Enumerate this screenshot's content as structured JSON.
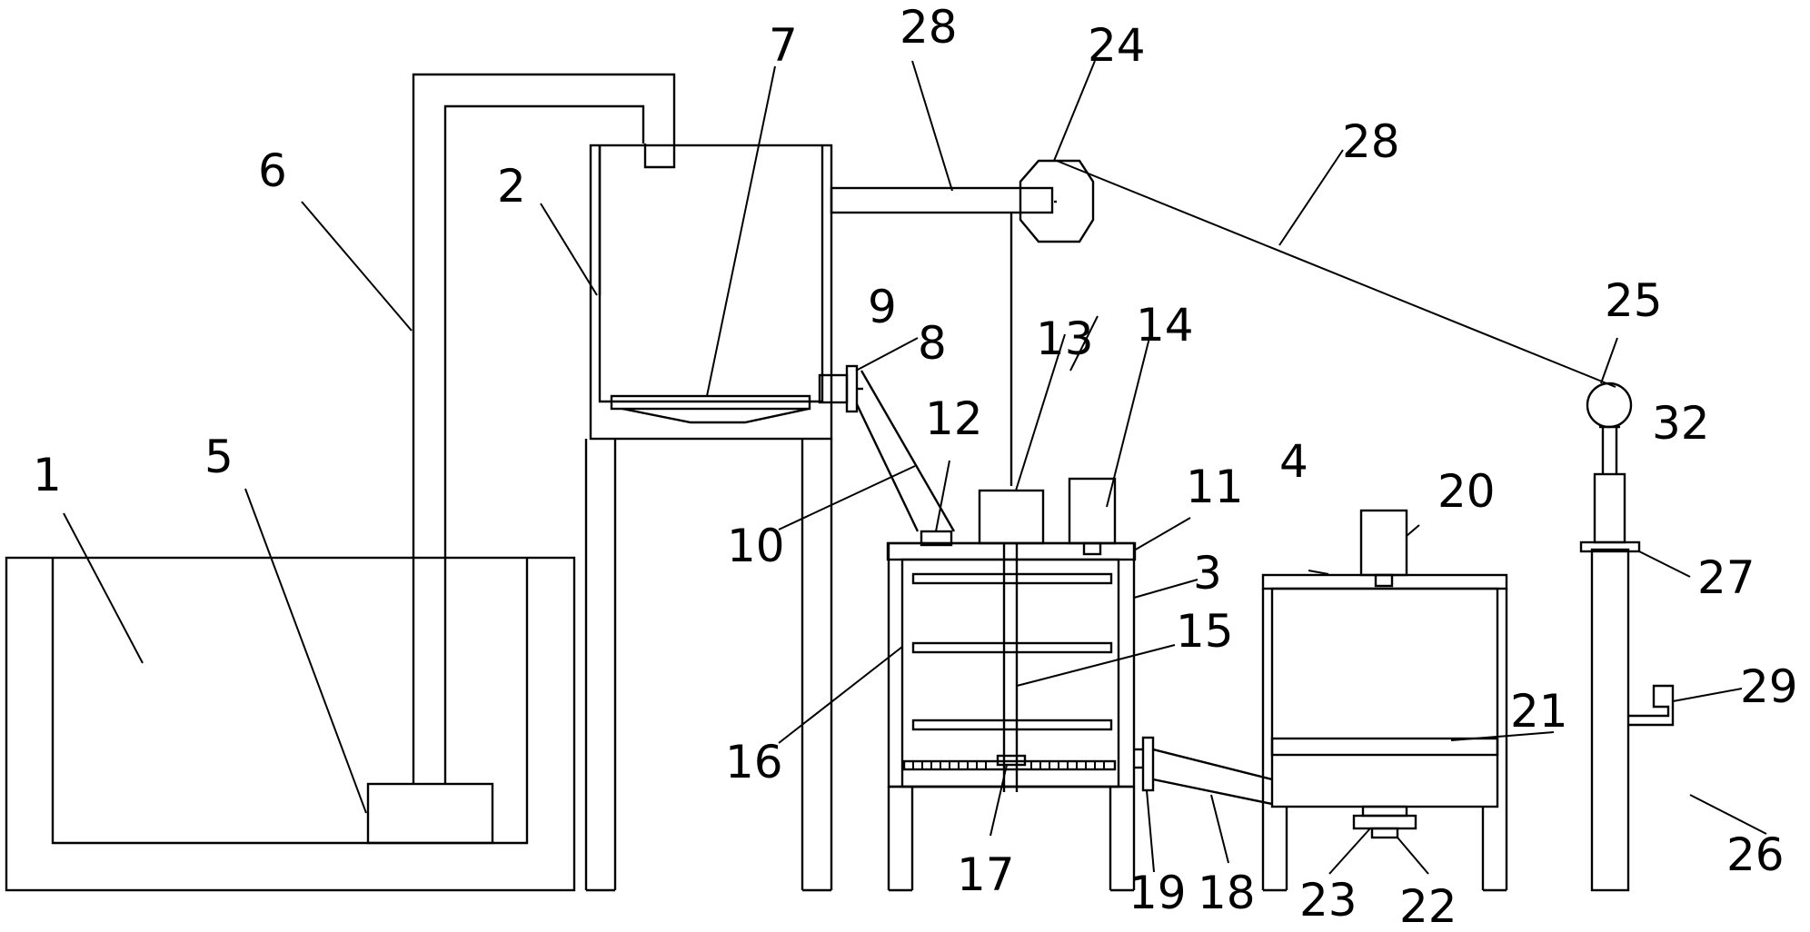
{
  "labels": {
    "l1": "1",
    "l2": "2",
    "l3": "3",
    "l4": "4",
    "l5": "5",
    "l6": "6",
    "l7": "7",
    "l8": "8",
    "l9": "9",
    "l10": "10",
    "l11": "11",
    "l12": "12",
    "l13": "13",
    "l14": "14",
    "l15": "15",
    "l16": "16",
    "l17": "17",
    "l18": "18",
    "l19": "19",
    "l20": "20",
    "l21": "21",
    "l22": "22",
    "l23": "23",
    "l24": "24",
    "l25": "25",
    "l26": "26",
    "l27": "27",
    "l28a": "28",
    "l28b": "28",
    "l29": "29",
    "l32": "32"
  }
}
